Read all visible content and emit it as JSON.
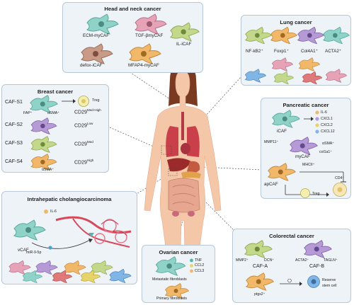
{
  "head_neck": {
    "title": "Head and neck cancer",
    "cells": [
      "ECM-myCAF",
      "TGF-βmyCAF",
      "IL-iCAF",
      "defox-iCAF",
      "MFAP4-myCAF"
    ]
  },
  "lung": {
    "title": "Lung cancer",
    "cells": [
      "NF-kB2⁺",
      "Foxp1⁺",
      "Col4A1⁺",
      "ACTA2⁺"
    ]
  },
  "breast": {
    "title": "Breast cancer",
    "rows": [
      {
        "name": "CAF-S1",
        "marker": "CD29",
        "level": "Med-High"
      },
      {
        "name": "CAF-S2",
        "marker": "CD29",
        "level": "Low"
      },
      {
        "name": "CAF-S3",
        "marker": "CD29",
        "level": "Med"
      },
      {
        "name": "CAF-S4",
        "marker": "CD29",
        "level": "High"
      }
    ],
    "fap": "FAP⁺",
    "asma": "αSMA⁺",
    "asma_s4": "αSMA⁺",
    "treg": "Treg"
  },
  "pancreatic": {
    "title": "Pancreatic cancer",
    "icaf": "iCAF",
    "cytokines": [
      "IL-6",
      "CXCL1",
      "CXCL2",
      "CXCL12"
    ],
    "mmp": "MMP11⁺",
    "mycaf": "myCAF",
    "asma": "αSMA⁺",
    "col": "col1a1⁺",
    "apcaf": "apCAF",
    "mhc": "MHCII⁺",
    "cd4": "CD4⁺",
    "treg": "Treg"
  },
  "icc": {
    "title": "Intrahepatic cholangiocarcinoma",
    "il6": "IL-6",
    "vcaf": "vCAF",
    "mirna": "miR-9-5p"
  },
  "ovarian": {
    "title": "Ovarian cancer",
    "factors": [
      "TNF",
      "CCL2",
      "CCL3"
    ],
    "metastatic": "Metastatic fibroblasts",
    "primary": "Primary fibroblasts"
  },
  "colorectal": {
    "title": "Colorectal cancer",
    "mmp2": "MMP2⁺",
    "dcn": "DCN⁺",
    "acta2": "ACTA2⁺",
    "tagln": "TAGLN⁺",
    "caf_a": "CAF-A",
    "caf_b": "CAF-B",
    "ptgs2": "ptgs2⁺",
    "stem": [
      "Reserve",
      "stem cell"
    ]
  },
  "colors": {
    "panel_bg": "#eef3f8",
    "panel_border": "#b7c7d8",
    "cell_teal": "#8fd3c8",
    "cell_orange": "#f2b86a",
    "cell_purple": "#b59ad6",
    "cell_green": "#c3d88a",
    "cell_pink": "#e6a3b8",
    "cell_blue": "#7fb6e6",
    "skin": "#f4c7a8",
    "hair": "#7a3a22"
  }
}
